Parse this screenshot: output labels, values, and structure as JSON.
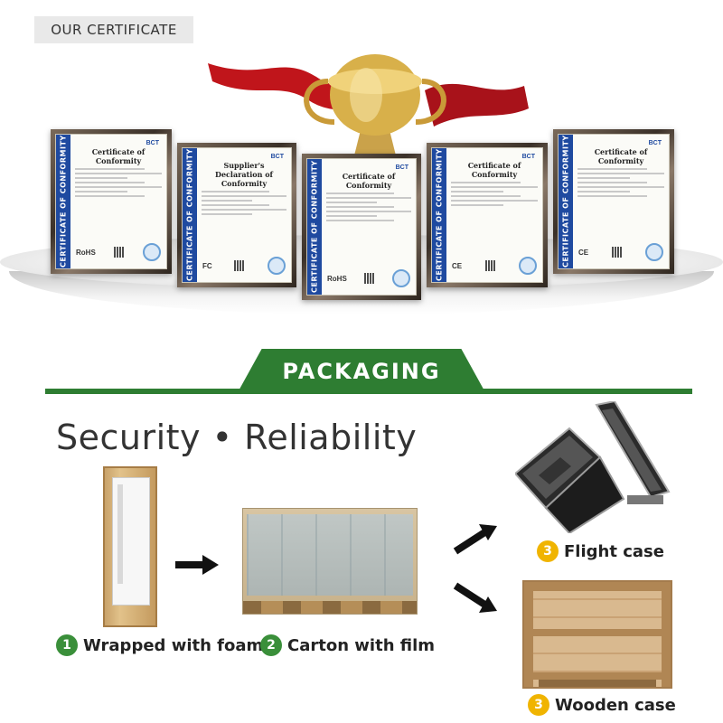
{
  "header": {
    "certificate_tag": "OUR CERTIFICATE"
  },
  "certificates": [
    {
      "band": "CERTIFICATE OF CONFORMITY",
      "title": "Certificate of Conformity",
      "mark": "RoHS"
    },
    {
      "band": "CERTIFICATE OF CONFORMITY",
      "title": "Supplier's Declaration of Conformity",
      "mark": "FC"
    },
    {
      "band": "CERTIFICATE OF CONFORMITY",
      "title": "Certificate of Conformity",
      "mark": "RoHS"
    },
    {
      "band": "CERTIFICATE OF CONFORMITY",
      "title": "Certificate of Conformity",
      "mark": "CE"
    },
    {
      "band": "CERTIFICATE OF CONFORMITY",
      "title": "Certificate of Conformity",
      "mark": "CE"
    }
  ],
  "packaging": {
    "banner": "PACKAGING",
    "headline": "Security • Reliability",
    "steps": [
      {
        "num": "1",
        "label": "Wrapped with foam"
      },
      {
        "num": "2",
        "label": "Carton with film"
      },
      {
        "num": "3",
        "label": "Flight case"
      },
      {
        "num": "3",
        "label": "Wooden case"
      }
    ]
  },
  "colors": {
    "green": "#2e7d32",
    "blue_band": "#1f4aa0",
    "step3": "#f0b400"
  }
}
